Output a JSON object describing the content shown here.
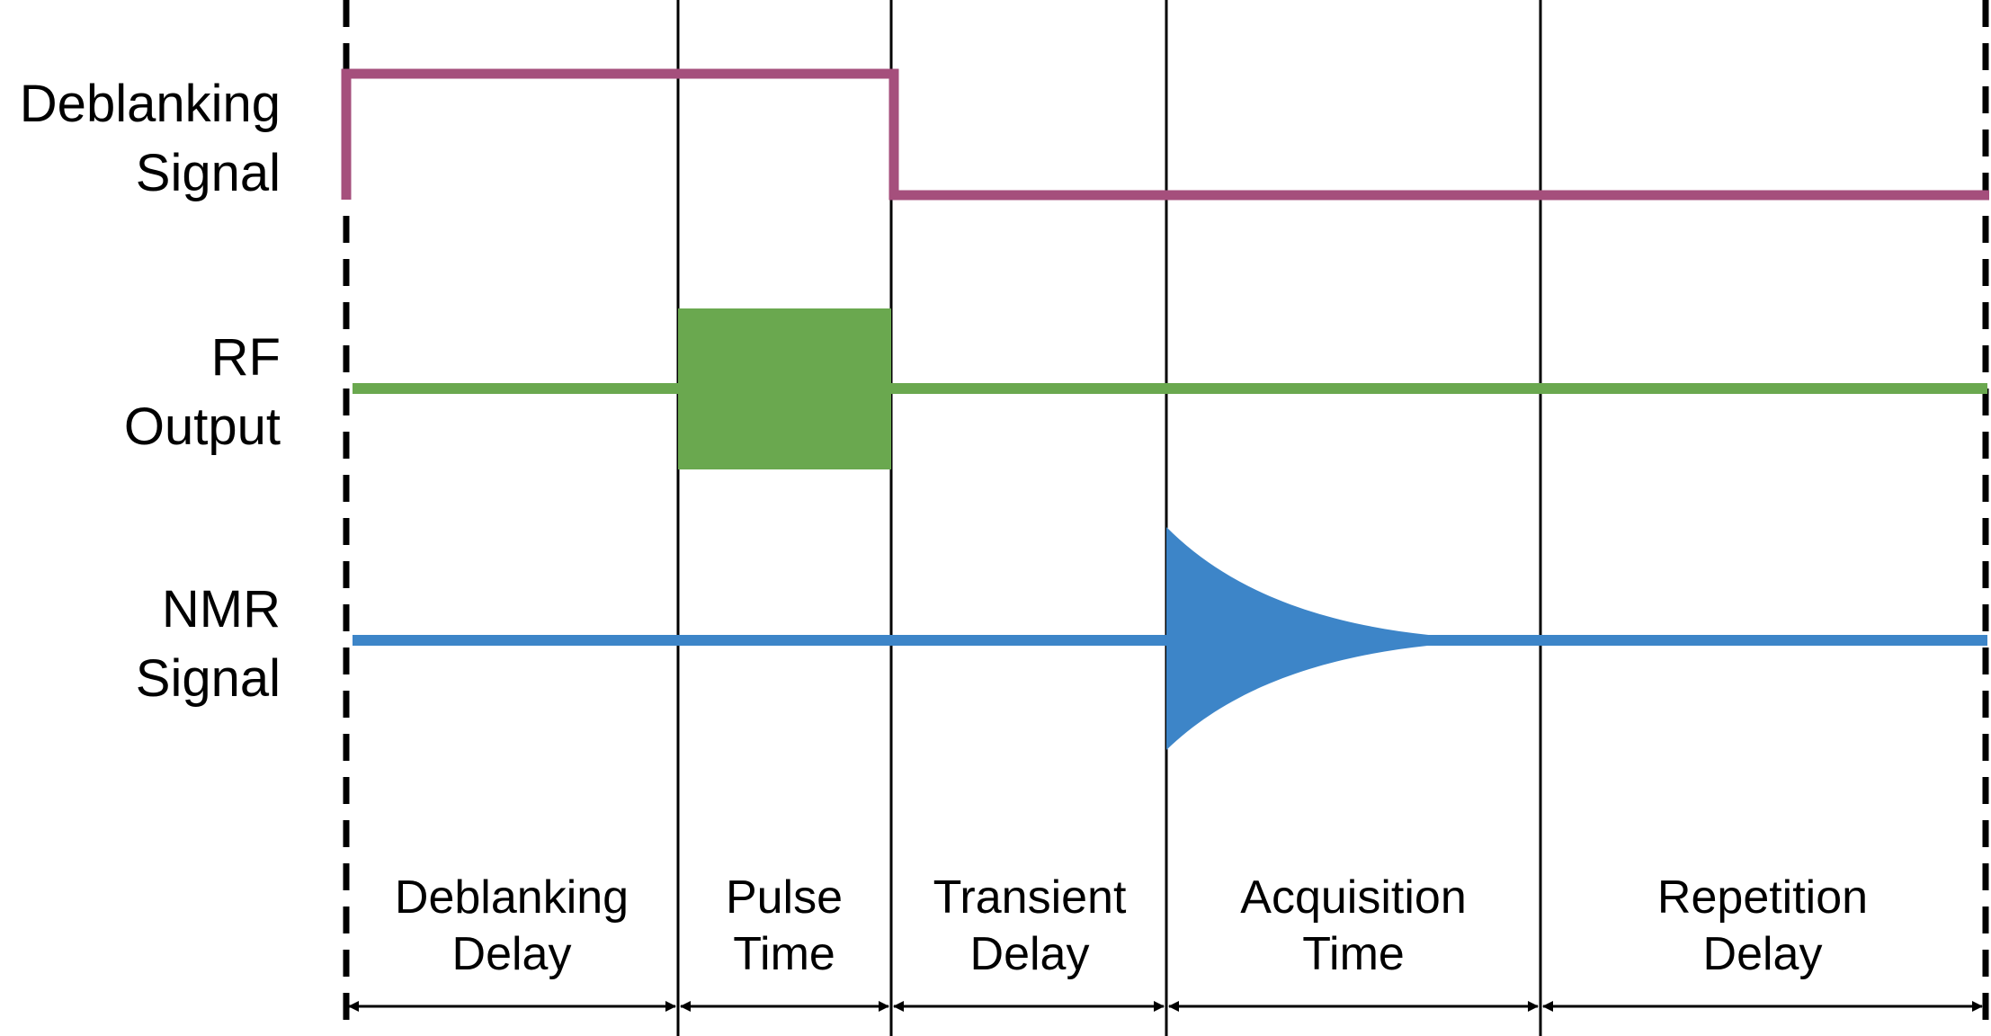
{
  "colors": {
    "deblanking": "#a54f7c",
    "rf": "#6aa84f",
    "nmr": "#3d85c8",
    "lines": "#000000",
    "background": "#ffffff"
  },
  "signals": [
    {
      "id": "deblanking",
      "line1": "Deblanking",
      "line2": "Signal"
    },
    {
      "id": "rf",
      "line1": "RF",
      "line2": "Output"
    },
    {
      "id": "nmr",
      "line1": "NMR",
      "line2": "Signal"
    }
  ],
  "phases": [
    {
      "line1": "Deblanking",
      "line2": "Delay"
    },
    {
      "line1": "Pulse",
      "line2": "Time"
    },
    {
      "line1": "Transient",
      "line2": "Delay"
    },
    {
      "line1": "Acquisition",
      "line2": "Time"
    },
    {
      "line1": "Repetition",
      "line2": "Delay"
    }
  ]
}
